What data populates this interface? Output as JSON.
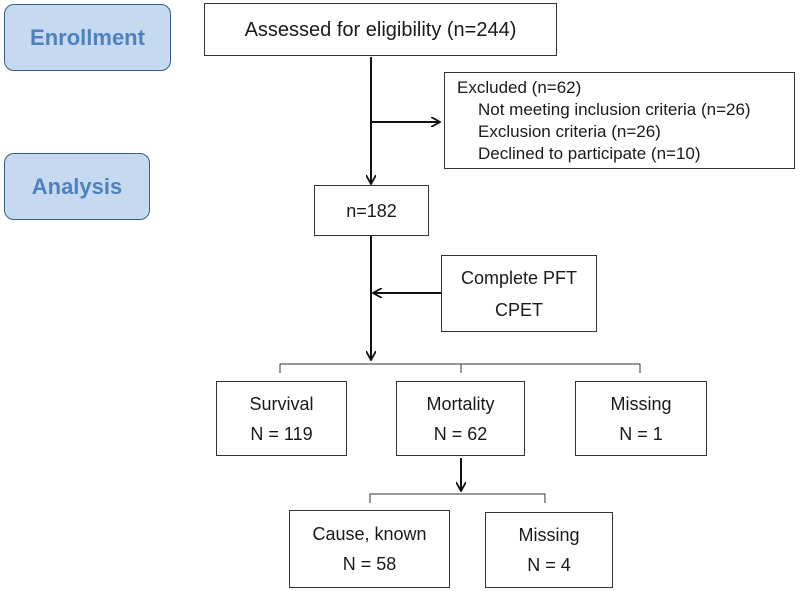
{
  "stages": {
    "enrollment": "Enrollment",
    "analysis": "Analysis"
  },
  "boxes": {
    "assessed": "Assessed for eligibility (n=244)",
    "excluded": {
      "title": "Excluded (n=62)",
      "items": [
        "Not meeting inclusion criteria (n=26)",
        "Exclusion criteria (n=26)",
        "Declined to participate (n=10)"
      ]
    },
    "enrolled": "n=182",
    "tests": {
      "line1": "Complete PFT",
      "line2": "CPET"
    },
    "survival": {
      "label": "Survival",
      "count": "N = 119"
    },
    "mortality": {
      "label": "Mortality",
      "count": "N = 62"
    },
    "missing_outcome": {
      "label": "Missing",
      "count": "N = 1"
    },
    "cause_known": {
      "label": "Cause, known",
      "count": "N = 58"
    },
    "cause_missing": {
      "label": "Missing",
      "count": "N = 4"
    }
  }
}
